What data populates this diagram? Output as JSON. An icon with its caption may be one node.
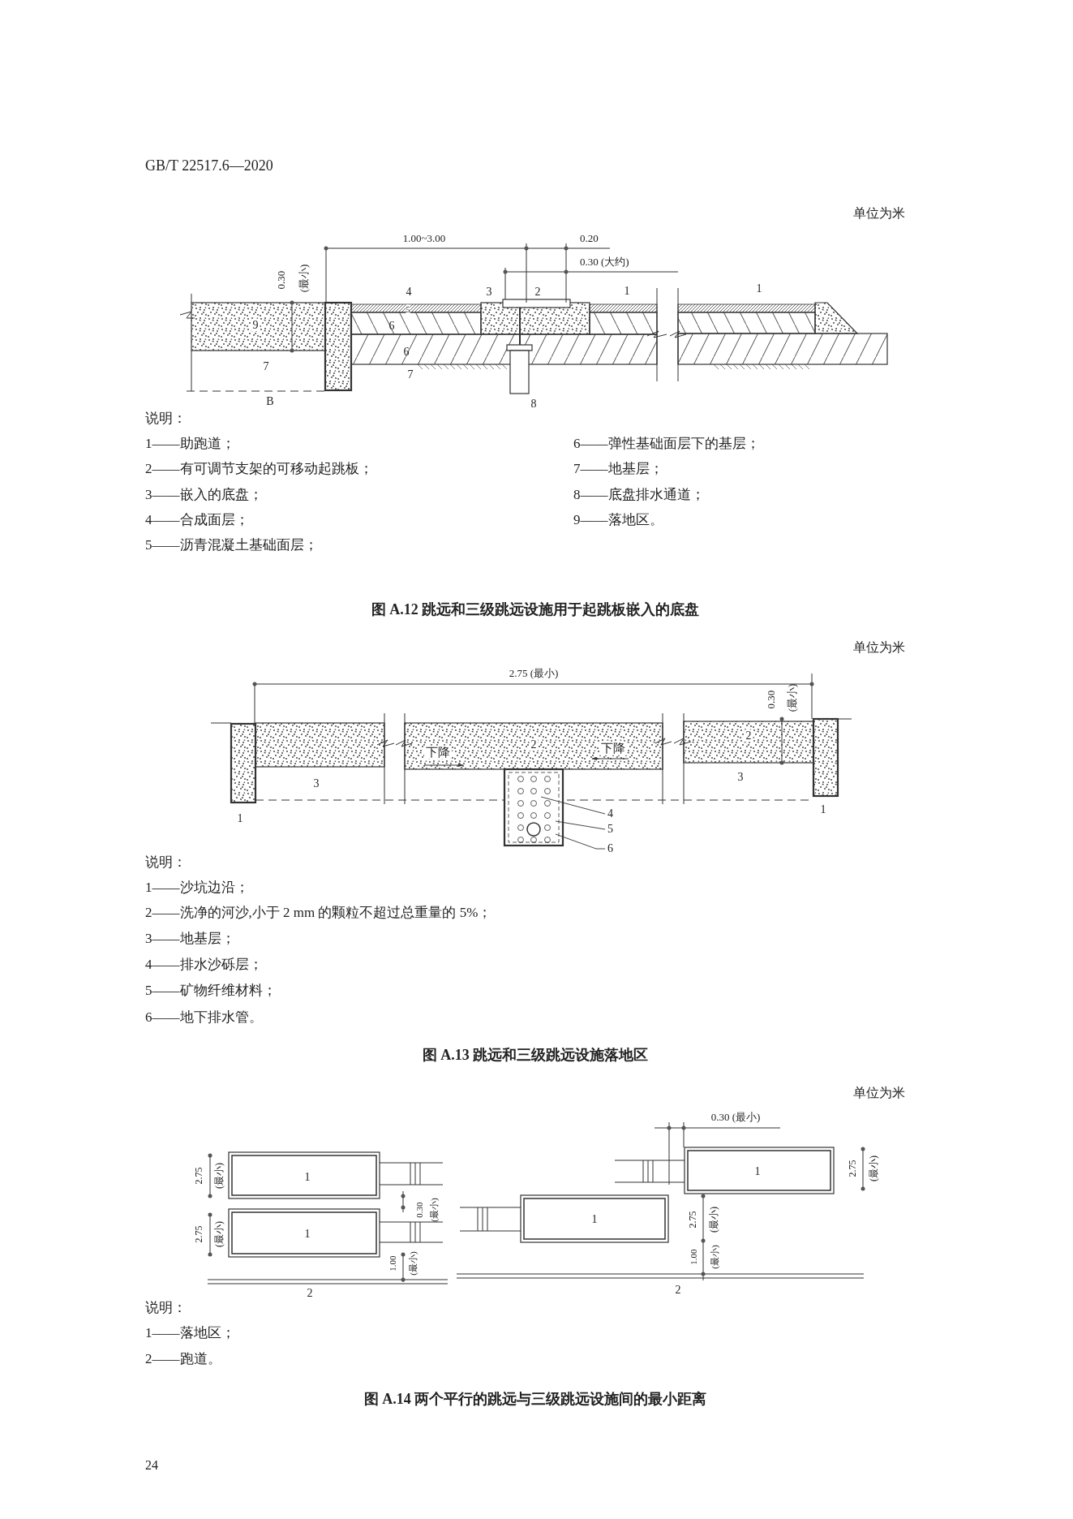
{
  "diagram": {
    "nodes": [
      {
        "text": [
          "4"
        ]
      },
      {
        "text": [
          "5"
        ]
      },
      {
        "text": [
          "6"
        ]
      }
    ],
    "edges": [
      {
        "from": 0,
        "to": null,
        "arrow": "none"
      },
      {
        "from": 1,
        "to": null,
        "arrow": "none"
      },
      {
        "from": 2,
        "to": null,
        "arrow": "none"
      }
    ],
    "labels": [
      "GB/T 22517.6—2020",
      "单位为米",
      "1.00~3.00",
      "0.20",
      "0.30 (大约)",
      "0.30",
      "(最小)",
      "4",
      "3",
      "2",
      "1",
      "1",
      "9",
      "5",
      "6",
      "6",
      "7",
      "7",
      "B",
      "8",
      "说明：",
      "1——助跑道；",
      "2——有可调节支架的可移动起跳板；",
      "3——嵌入的底盘；",
      "4——合成面层；",
      "5——沥青混凝土基础面层；",
      "6——弹性基础面层下的基层；",
      "7——地基层；",
      "8——底盘排水通道；",
      "9——落地区。",
      "图 A.12 跳远和三级跳远设施用于起跳板嵌入的底盘",
      "单位为米",
      "2.75 (最小)",
      "0.30",
      "(最小)",
      "2",
      "2",
      "下降",
      "下降",
      "3",
      "3",
      "1",
      "1",
      "说明：",
      "1——沙坑边沿；",
      "2——洗净的河沙,小于 2 mm 的颗粒不超过总重量的 5%；",
      "3——地基层；",
      "4——排水沙砾层；",
      "5——矿物纤维材料；",
      "6——地下排水管。",
      "图 A.13 跳远和三级跳远设施落地区",
      "单位为米",
      "0.30 (最小)",
      "2.75",
      "(最小)",
      "1",
      "2.75",
      "(最小)",
      "1",
      "0.30",
      "(最小)",
      "2.75",
      "(最小)",
      "1",
      "2.75",
      "(最小)",
      "1",
      "1.00",
      "(最小)",
      "1.00",
      "(最小)",
      "2",
      "2",
      "说明：",
      "1——落地区；",
      "2——跑道。",
      "图 A.14 两个平行的跳远与三级跳远设施间的最小距离",
      "24"
    ]
  }
}
